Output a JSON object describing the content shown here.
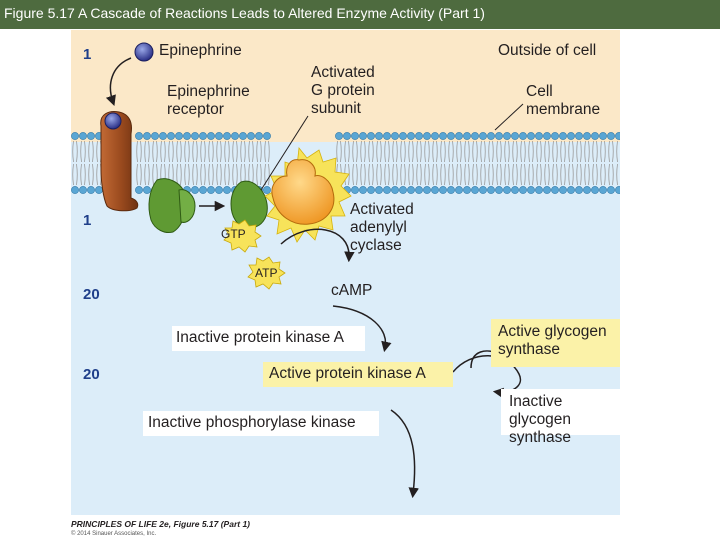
{
  "title": "Figure 5.17 A Cascade of Reactions Leads to Altered Enzyme Activity (Part 1)",
  "colors": {
    "title_bar": "#4e6b3f",
    "outside_bg": "#fbe8c8",
    "inside_bg": "#dcedf9",
    "lipid_head": "#5aa6d4",
    "receptor": "#9a4a1e",
    "g_protein": "#5f9a33",
    "adenylyl_cyclase": "#f6a830",
    "nucleotide_burst": "#f7e35a",
    "label_box_yellow": "#fbf2a8",
    "step_numbers": "#1f3f8a"
  },
  "steps": {
    "s1": "1",
    "s2": "1",
    "s3": "20",
    "s4": "20"
  },
  "labels": {
    "epinephrine": "Epinephrine",
    "outside_cell": "Outside of cell",
    "receptor_line1": "Epinephrine",
    "receptor_line2": "receptor",
    "g_subunit_line1": "Activated",
    "g_subunit_line2": "G protein",
    "g_subunit_line3": "subunit",
    "membrane_line1": "Cell",
    "membrane_line2": "membrane",
    "cyclase_line1": "Activated",
    "cyclase_line2": "adenylyl",
    "cyclase_line3": "cyclase",
    "gtp": "GTP",
    "atp": "ATP",
    "camp": "cAMP"
  },
  "boxes": {
    "inactive_pka": "Inactive protein kinase A",
    "active_pka": "Active protein kinase A",
    "inactive_phk": "Inactive phosphorylase kinase",
    "active_gs_line1": "Active glycogen",
    "active_gs_line2": "synthase",
    "inactive_gs_line1": "Inactive glycogen",
    "inactive_gs_line2": "synthase"
  },
  "credit": "PRINCIPLES OF LIFE 2e, Figure 5.17 (Part 1)",
  "copyright": "© 2014 Sinauer Associates, Inc."
}
